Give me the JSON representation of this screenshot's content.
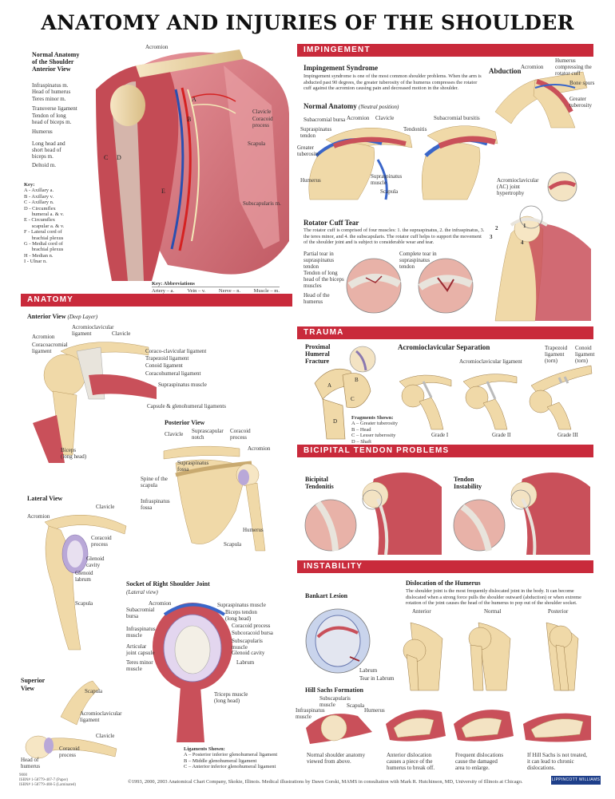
{
  "title": "ANATOMY AND INJURIES OF THE SHOULDER",
  "hero": {
    "heading": "Normal Anatomy\nof the Shoulder\nAnterior View",
    "labels_left": [
      "Infraspinatus m.",
      "Head of humerus",
      "Teres minor m.",
      "Transverse ligament",
      "Tendon of long\nhead of biceps m.",
      "Humerus",
      "Long head and\nshort head of\nbiceps m.",
      "Deltoid m."
    ],
    "labels_right": [
      "Acromion",
      "Clavicle",
      "Coracoid\nprocess",
      "Scapula",
      "Subscapularis m."
    ],
    "letters": [
      "A",
      "B",
      "C",
      "D",
      "E"
    ],
    "key_title": "Key:",
    "key": [
      "A - Axillary a.",
      "B - Axillary v.",
      "C - Axillary n.",
      "D - Circumflex\n      humeral a. & v.",
      "E - Circumflex\n      scapular a. & v.",
      "F - Lateral cord of\n      brachial plexus",
      "G - Medial cord of\n      brachial plexus",
      "H - Median n.",
      "I  - Ulnar n."
    ],
    "abbrev_title": "Key: Abbreviations",
    "abbrev": [
      "Artery – a.",
      "Vein – v.",
      "Nerve – n.",
      "Muscle – m."
    ]
  },
  "sections": {
    "impingement": "IMPINGEMENT",
    "anatomy": "ANATOMY",
    "trauma": "TRAUMA",
    "bicipital": "BICIPITAL TENDON PROBLEMS",
    "instability": "INSTABILITY"
  },
  "impingement": {
    "syndrome_title": "Impingement Syndrome",
    "syndrome_text": "Impingement syndrome is one of the most common shoulder problems. When the arm is abducted past 90 degrees, the greater tuberosity of the humerus compresses the rotator cuff against the acromion causing pain and decreased motion in the shoulder.",
    "abduction_title": "Abduction",
    "abduction_labels": [
      "Acromion",
      "Humerus\ncompressing the\nrotator cuff",
      "Bone spurs",
      "Greater\ntuberosity"
    ],
    "normal_title": "Normal Anatomy",
    "normal_sub": "(Neutral position)",
    "normal_labels": [
      "Subacromial bursa",
      "Acromion",
      "Clavicle",
      "Supraspinatus\ntendon",
      "Greater\ntuberosity",
      "Humerus",
      "Supraspinatus\nmuscle",
      "Scapula"
    ],
    "right_labels": [
      "Subacromial bursitis",
      "Tendonitis",
      "Acromioclavicular\n(AC) joint\nhypertrophy"
    ],
    "cuff_title": "Rotator Cuff Tear",
    "cuff_text": "The rotator cuff is comprised of four muscles: 1. the supraspinatus, 2. the infraspinatus, 3. the teres minor, and 4. the subscapularis. The rotator cuff helps to support the movement of the shoulder joint and is subject to considerable wear and tear.",
    "cuff_labels": [
      "Partial tear in\nsupraspinatus\ntendon",
      "Complete tear in\nsupraspinatus\ntendon",
      "Tendon of long\nhead of the biceps\nmuscles",
      "Head of the\nhumerus"
    ],
    "cuff_numbers": [
      "1",
      "2",
      "3",
      "4"
    ]
  },
  "anatomy": {
    "anterior_title": "Anterior View",
    "anterior_sub": "(Deep Layer)",
    "anterior_labels": [
      "Acromioclavicular\nligament",
      "Clavicle",
      "Acromion",
      "Coracoacromial\nligament",
      "Coraco-clavicular ligament",
      "Trapezoid ligament",
      "Conoid ligament",
      "Coracohumeral ligament",
      "Supraspinatus muscle",
      "Capsule & glenohumeral ligaments",
      "Biceps\n(long head)"
    ],
    "posterior_title": "Posterior View",
    "posterior_labels": [
      "Clavicle",
      "Suprascapular\nnotch",
      "Coracoid\nprocess",
      "Acromion",
      "Supraspinatus\nfossa",
      "Spine of the\nscapula",
      "Infraspinatus\nfossa",
      "Humerus",
      "Scapula"
    ],
    "lateral_title": "Lateral View",
    "lateral_labels": [
      "Clavicle",
      "Acromion",
      "Coracoid\nprocess",
      "Glenoid\ncavity",
      "Glenoid\nlabrum",
      "Scapula"
    ],
    "superior_title": "Superior\nView",
    "superior_labels": [
      "Scapula",
      "Acromioclavicular\nligament",
      "Clavicle",
      "Coracoid\nprocess",
      "Head of\nhumerus"
    ],
    "socket_title": "Socket of Right Shoulder Joint",
    "socket_sub": "(Lateral view)",
    "socket_labels_left": [
      "Acromion",
      "Subacromial\nbursa",
      "Infraspinatus\nmuscle",
      "Articular\njoint capsule",
      "Teres minor\nmuscle"
    ],
    "socket_labels_right": [
      "Supraspinatus muscle",
      "Biceps tendon\n(long head)",
      "Coracoid process",
      "Subcoracoid bursa",
      "Subscapularis\nmuscle",
      "Glenoid cavity",
      "Labrum",
      "Triceps muscle\n(long head)"
    ],
    "ligaments_title": "Ligaments Shown:",
    "ligaments": [
      "A – Posterior inferior glenohumeral ligament",
      "B – Middle glenohumeral ligament",
      "C – Anterior inferior glenohumeral ligament"
    ]
  },
  "trauma": {
    "fracture_title": "Proximal\nHumeral\nFracture",
    "fragments_title": "Fragments Shown:",
    "fragments": [
      "A – Greater tuberosity",
      "B – Head",
      "C – Lesser tuberosity",
      "D – Shaft"
    ],
    "ac_title": "Acromioclavicular Separation",
    "ac_labels": [
      "Acromioclavicular ligament",
      "Trapezoid\nligament\n(torn)",
      "Conoid\nligament\n(torn)"
    ],
    "grades": [
      "Grade I",
      "Grade II",
      "Grade III"
    ]
  },
  "bicipital": {
    "tendonitis": "Bicipital\nTendonitis",
    "instability": "Tendon\nInstability"
  },
  "instability": {
    "bankart_title": "Bankart Lesion",
    "bankart_labels": [
      "Labrum",
      "Tear in Labrum"
    ],
    "dislocation_title": "Dislocation of the Humerus",
    "dislocation_text": "The shoulder joint is the most frequently dislocated joint in the body. It can become dislocated when a strong force pulls the shoulder outward (abduction) or when extreme rotation of the joint causes the head of the humerus to pop out of the shoulder socket.",
    "positions": [
      "Anterior",
      "Normal",
      "Posterior"
    ],
    "hill_title": "Hill Sachs Formation",
    "hill_labels": [
      "Subscapularis\nmuscle",
      "Scapula",
      "Humerus",
      "Infraspinatus\nmuscle"
    ],
    "hill_captions": [
      "Normal shoulder anatomy\nviewed from above.",
      "Anterior dislocation\ncauses a piece of the\nhumerus to break off.",
      "Frequent dislocations\ncause the damaged\narea to enlarge.",
      "If Hill Sachs is not treated,\nit can lead to chronic\ndislocations."
    ]
  },
  "footer": {
    "copyright": "©1993, 2000, 2003 Anatomical Chart Company, Skokie, Illinois. Medical illustrations by Dawn Gorski, MAMS in consultation with Mark R. Hutchinson, MD, University of Illinois at Chicago.",
    "isbn": "9000\nISBN# 1-58779-407-7 (Paper)\nISBN# 1-58779-408-5 (Laminated)",
    "publisher": "LIPPINCOTT WILLIAMS & WILKINS"
  },
  "colors": {
    "band": "#c92a3b",
    "muscle": "#c9505a",
    "bone": "#f0d9a8",
    "tendon": "#e8e4dc",
    "publisher": "#1e3f8a"
  }
}
